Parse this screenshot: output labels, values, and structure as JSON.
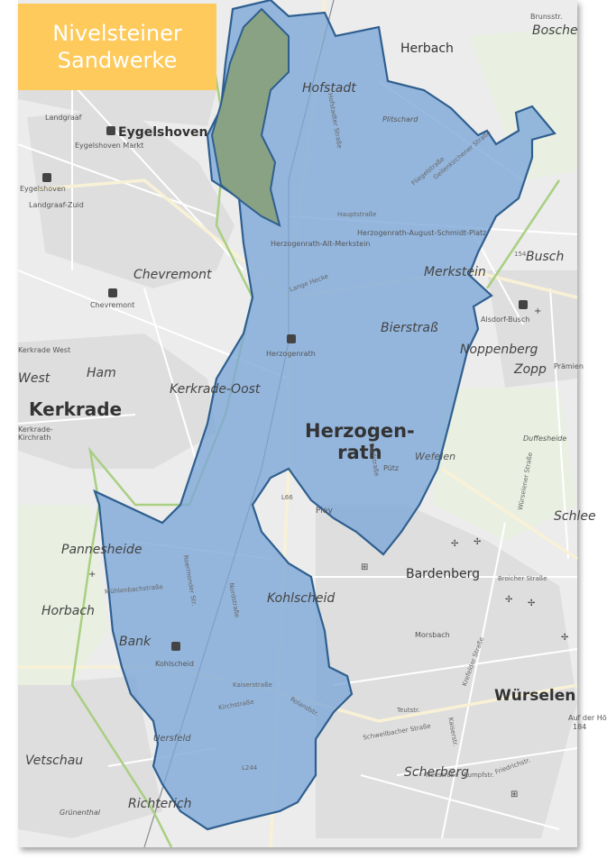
{
  "title": {
    "line1": "Nivelsteiner",
    "line2": "Sandwerke"
  },
  "colors": {
    "area_fill": "#7ba7d8",
    "area_stroke": "#2f5f8f",
    "quarry_fill": "#87a07a",
    "map_bg": "#ececec",
    "title_bg": "#fdca5b",
    "border_green": "#a9cf82"
  },
  "places": {
    "herbach": "Herbach",
    "boschel": "Bosche",
    "brunsstr": "Brunsstr.",
    "hofstadt": "Hofstadt",
    "landgraaf": "Landgraaf",
    "eygelshoven": "Eygelshoven",
    "eygelshoven_markt": "Eygelshoven Markt",
    "eygelshoven_st": "Eygelshoven",
    "plitschard": "Plitschard",
    "landgraaf_zuid": "Landgraaf-Zuid",
    "herzogenrath_alt_merkstein": "Herzogenrath-Alt-Merkstein",
    "herzogenrath_as_platz": "Herzogenrath-August-Schmidt-Platz",
    "busch": "Busch",
    "merkstein": "Merkstein",
    "chevremont": "Chevremont",
    "chevremont_st": "Chevremont",
    "alsdorf_busch": "Alsdorf-Busch",
    "bierstrass": "Bierstraß",
    "herzogenrath_st": "Herzogenrath",
    "noppenberg": "Noppenberg",
    "kerkrade_west": "Kerkrade West",
    "west": "West",
    "ham": "Ham",
    "zopp": "Zopp",
    "pramien": "Prämien",
    "kerkrade_oost": "Kerkrade-Oost",
    "kerkrade": "Kerkrade",
    "herzogenrath_1": "Herzogen-",
    "herzogenrath_2": "rath",
    "duffesheide": "Duffesheide",
    "wefelen": "Wefelen",
    "puetz": "Pütz",
    "kerkrade_kirchrath": "Kerkrade-Kirchrath",
    "pley": "Pley",
    "schlee": "Schlee",
    "pannesheide": "Pannesheide",
    "bardenberg": "Bardenberg",
    "horbach": "Horbach",
    "kohlscheid": "Kohlscheid",
    "morsbach": "Morsbach",
    "bank": "Bank",
    "kohlscheid_st": "Kohlscheid",
    "wuerselen": "Würselen",
    "uersfeld": "Uersfeld",
    "vetschau": "Vetschau",
    "scherberg": "Scherberg",
    "richterich": "Richterich",
    "gruenenthal": "Grünenthal",
    "hof_auf_der": "Auf der Hö",
    "n184": "184"
  },
  "roads": {
    "hauptstrasse": "Hauptstraße",
    "langheck": "Lange Hecke",
    "fliegelstrasse": "Fliegelstraße",
    "geilenkirchener": "Geilenkirchener Straße",
    "hofstadter": "Hofstadter Straße",
    "roermonder": "Roermonder Str.",
    "kaiserstrasse": "Kaiserstraße",
    "kirchstrasse": "Kirchstraße",
    "l244": "L244",
    "l66": "L66",
    "n154": "154",
    "muehlenbach": "Mühlenbachstraße",
    "krefelder": "Krefelder Straße",
    "nordstrasse": "Nordstraße",
    "roland": "Rolandstr.",
    "dorfstrasse": "Dorfstraße",
    "broicher": "Broicher Straße",
    "wuerselener": "Würselener Straße",
    "teutstr": "Teutstr.",
    "schweilbacher": "Schweilbacher Straße",
    "kaiserstr2": "Kaiserstr.",
    "fliesstrasse": "Friedrichstr.",
    "rumpfstr": "Rumpfstr.",
    "neustrasse": "Neustraße"
  }
}
